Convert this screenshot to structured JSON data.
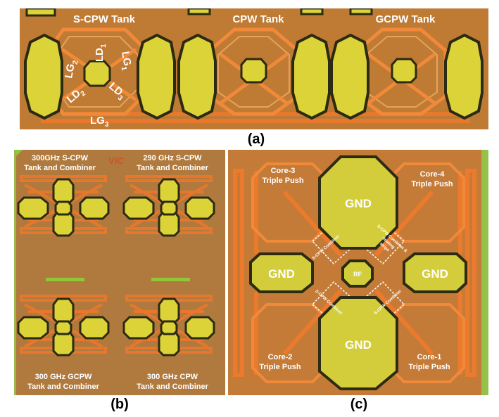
{
  "panel_a": {
    "caption": "(a)",
    "labels": {
      "s_cpw_tank": "S-CPW Tank",
      "cpw_tank": "CPW Tank",
      "gcpw_tank": "GCPW Tank",
      "lg2": "LG",
      "lg2_sub": "2",
      "ld1": "LD",
      "ld1_sub": "1",
      "lg1": "LG",
      "lg1_sub": "1",
      "ld2": "LD",
      "ld2_sub": "2",
      "ld3": "LD",
      "ld3_sub": "3",
      "lg3": "LG",
      "lg3_sub": "3"
    }
  },
  "panel_b": {
    "caption": "(b)",
    "logo": "VIC",
    "labels": {
      "tl_1": "300GHz S-CPW",
      "tl_2": "Tank and Combiner",
      "tr_1": "290 GHz S-CPW",
      "tr_2": "Tank and Combiner",
      "bl_1": "300 GHz GCPW",
      "bl_2": "Tank and Combiner",
      "br_1": "300 GHz CPW",
      "br_2": "Tank and Combiner"
    }
  },
  "panel_c": {
    "caption": "(c)",
    "labels": {
      "core3_1": "Core-3",
      "core3_2": "Triple Push",
      "core4_1": "Core-4",
      "core4_2": "Triple Push",
      "core2_1": "Core-2",
      "core2_2": "Triple Push",
      "core1_1": "Core-1",
      "core1_2": "Triple Push",
      "gnd_top": "GND",
      "gnd_left": "GND",
      "gnd_right": "GND",
      "gnd_bottom": "GND",
      "rf": "RF",
      "combiner_tl": "S-CPW Combiner",
      "combiner_tr_1": "S-CPW Combiner &",
      "combiner_tr_2": "floating",
      "combiner_tr_3": "strips",
      "combiner_bl": "S-CPW Combiner",
      "combiner_br": "S-CPW Combiner"
    }
  },
  "colors": {
    "substrate": "#c2782f",
    "metal": "#e6772c",
    "pad": "#dcd339",
    "pad_edge": "#2b2a12",
    "label": "#ffffff"
  }
}
